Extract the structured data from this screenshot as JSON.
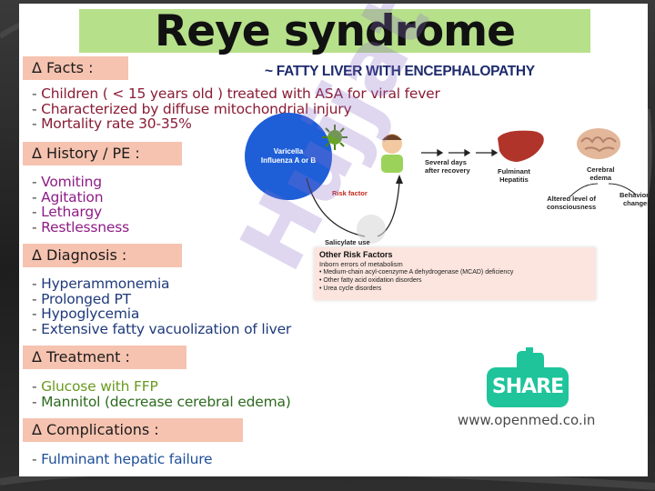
{
  "title": "Reye syndrome",
  "subtitle": "~ FATTY LIVER WITH ENCEPHALOPATHY",
  "sections": {
    "facts": {
      "heading": "Δ Facts :",
      "items": [
        "Children ( < 15 years old ) treated with ASA for viral fever",
        "Characterized by diffuse mitochondrial injury",
        "Mortality rate 30-35%"
      ]
    },
    "history": {
      "heading": "Δ History / PE :",
      "items": [
        "Vomiting",
        "Agitation",
        "Lethargy",
        "Restlessness"
      ]
    },
    "diagnosis": {
      "heading": "Δ Diagnosis :",
      "items": [
        "Hyperammonemia",
        "Prolonged PT",
        "Hypoglycemia",
        "Extensive fatty vacuolization of liver"
      ]
    },
    "treatment": {
      "heading": "Δ Treatment :",
      "items": [
        "Glucose with FFP",
        "Mannitol (decrease cerebral edema)"
      ]
    },
    "complications": {
      "heading": "Δ Complications :",
      "items": [
        "Fulminant hepatic failure"
      ]
    }
  },
  "diagram": {
    "virus_line1": "Varicella",
    "virus_line2": "Influenza A or B",
    "several_days_line1": "Several days",
    "several_days_line2": "after recovery",
    "fulminant_line1": "Fulminant",
    "fulminant_line2": "Hepatitis",
    "cerebral_line1": "Cerebral",
    "cerebral_line2": "edema",
    "altered_line1": "Altered level of",
    "altered_line2": "consciousness",
    "behavioral_line1": "Behavioral",
    "behavioral_line2": "changes",
    "risk_factor": "Risk factor",
    "salicylate": "Salicylate use",
    "other_title": "Other Risk Factors",
    "other_intro": "Inborn errors of metabolism",
    "other_items": [
      "• Medium-chain acyl-coenzyme A dehydrogenase (MCAD) deficiency",
      "• Other fatty acid oxidation disorders",
      "• Urea cycle disorders"
    ]
  },
  "share_label": "SHARE",
  "website": "www.openmed.co.in",
  "colors": {
    "title_band": "#b7e08a",
    "heading_band": "#f6c3b0",
    "virus_circle": "#1e5fd8",
    "share_button": "#1fc49b"
  }
}
